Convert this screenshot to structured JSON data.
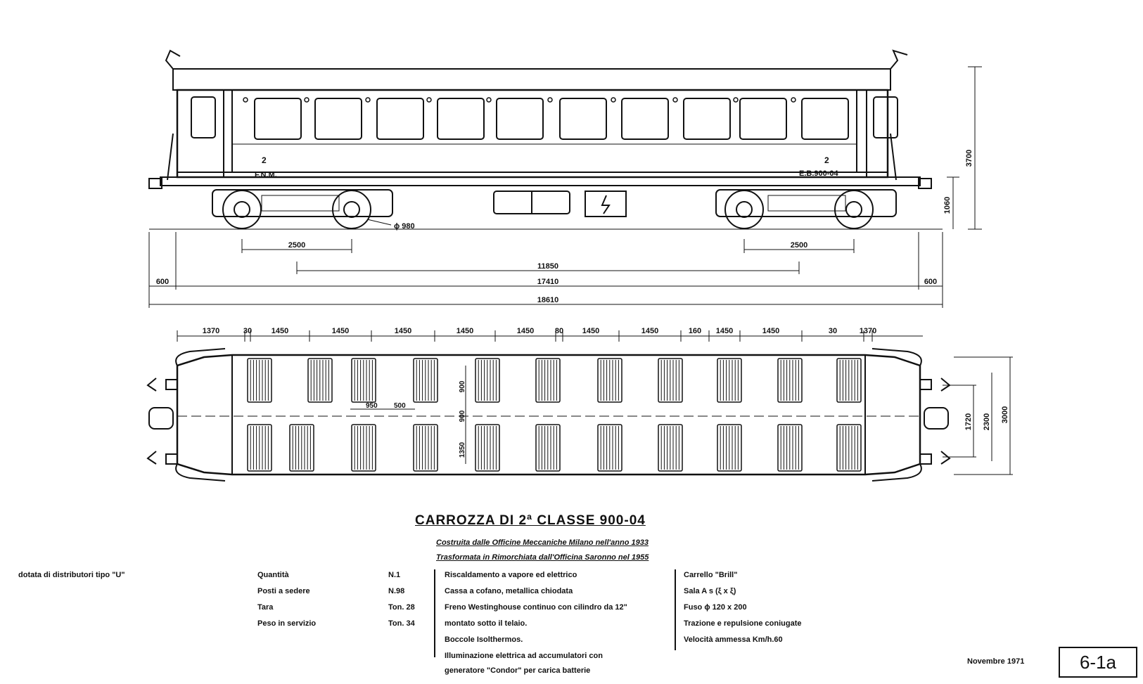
{
  "title": "CARROZZA DI 2ª CLASSE  900-04",
  "subtitle": {
    "line1": "Costruita dalle Officine Meccaniche Milano nell'anno 1933",
    "line2": "Trasformata in Rimorchiata dall'Officina Saronno nel 1955"
  },
  "side_view": {
    "markings": {
      "class_left": "2",
      "operator": "F.N.M.",
      "class_right": "2",
      "number": "E.B.900-04"
    },
    "wheel_diameter": "ϕ 980",
    "dimensions": {
      "bogie_wheelbase_left": "2500",
      "bogie_wheelbase_right": "2500",
      "bogie_centres": "11850",
      "body_length": "17410",
      "buffer_left": "600",
      "buffer_right": "600",
      "overall_length": "18610",
      "height": "3700",
      "floor_height": "1060"
    }
  },
  "plan_view": {
    "top_dims": [
      "1370",
      "30",
      "1450",
      "1450",
      "1450",
      "1450",
      "1450",
      "80",
      "1450",
      "1450",
      "160",
      "1450",
      "1450",
      "30",
      "1370"
    ],
    "inner_dims": {
      "seat_pitch": "950",
      "seat_gap": "500",
      "upper_row": "900",
      "aisle": "900",
      "lower_row": "1350"
    },
    "right_dims": {
      "buffer_spacing": "1720",
      "inner_width": "2300",
      "overall_width": "3000"
    }
  },
  "specs": {
    "left_note": "dotata di distributori tipo \"U\"",
    "rows": [
      {
        "label": "Quantità",
        "value": "N.1"
      },
      {
        "label": "Posti a sedere",
        "value": "N.98"
      },
      {
        "label": "Tara",
        "value": "Ton. 28"
      },
      {
        "label": "Peso in servizio",
        "value": "Ton. 34"
      }
    ],
    "middle": [
      "Riscaldamento a vapore ed elettrico",
      "Cassa a cofano, metallica chiodata",
      "Freno Westinghouse continuo con cilindro da 12\"",
      "montato sotto il telaio.",
      "Boccole Isolthermos.",
      "Illuminazione elettrica ad accumulatori con",
      "generatore \"Condor\" per carica batterie"
    ],
    "right": [
      "Carrello \"Brill\"",
      "Sala A s (ξ x ξ)",
      "Fuso ϕ 120 x 200",
      "Trazione e repulsione coniugate",
      "Velocità ammessa Km/h.60"
    ]
  },
  "date": "Novembre 1971",
  "sheet_number": "6-1a"
}
